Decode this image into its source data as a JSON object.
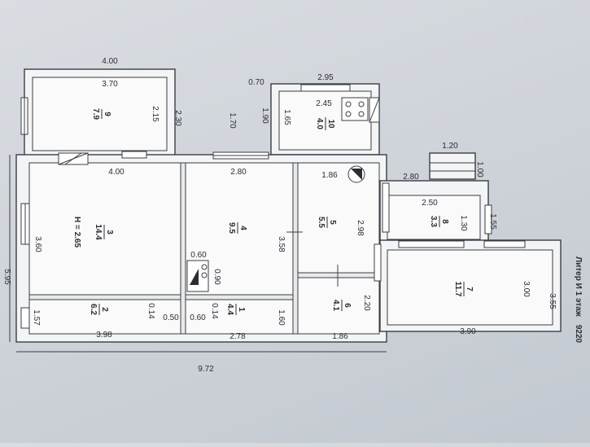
{
  "plan": {
    "title": "Литер И 1 этаж",
    "fragment": "9220",
    "rooms": [
      {
        "id": "room-9",
        "number": "9",
        "area": "7.9"
      },
      {
        "id": "room-10",
        "number": "10",
        "area": "4.0"
      },
      {
        "id": "room-3",
        "number": "3",
        "area": "14.4",
        "height": "H = 2.65"
      },
      {
        "id": "room-4",
        "number": "4",
        "area": "9.5"
      },
      {
        "id": "room-5",
        "number": "5",
        "area": "5.5"
      },
      {
        "id": "room-8",
        "number": "8",
        "area": "3.3"
      },
      {
        "id": "room-2",
        "number": "2",
        "area": "6.2"
      },
      {
        "id": "room-1",
        "number": "1",
        "area": "4.4"
      },
      {
        "id": "room-6",
        "number": "6",
        "area": "4.1"
      },
      {
        "id": "room-7",
        "number": "7",
        "area": "11.7"
      }
    ],
    "dimensions": {
      "d400a": "4.00",
      "d370": "3.70",
      "d215": "2.15",
      "d230": "2.30",
      "d070": "0.70",
      "d295": "2.95",
      "d170": "1.70",
      "d190": "1.90",
      "d245": "2.45",
      "d165": "1.65",
      "d120": "1.20",
      "d100": "1.00",
      "d400b": "4.00",
      "d280a": "2.80",
      "d186a": "1.86",
      "d280b": "2.80",
      "d250": "2.50",
      "d130": "1.30",
      "d155": "1.55",
      "d360": "3.60",
      "d358": "3.58",
      "d298": "2.98",
      "d060a": "0.60",
      "d090": "0.90",
      "d014a": "0.14",
      "d050": "0.50",
      "d060b": "0.60",
      "d014b": "0.14",
      "d220": "2.20",
      "d300": "3.00",
      "d355": "3.55",
      "d595": "5.95",
      "d157": "1.57",
      "d160": "1.60",
      "d398": "3.98",
      "d278": "2.78",
      "d186b": "1.86",
      "d390": "3.90",
      "d972": "9.72"
    }
  }
}
